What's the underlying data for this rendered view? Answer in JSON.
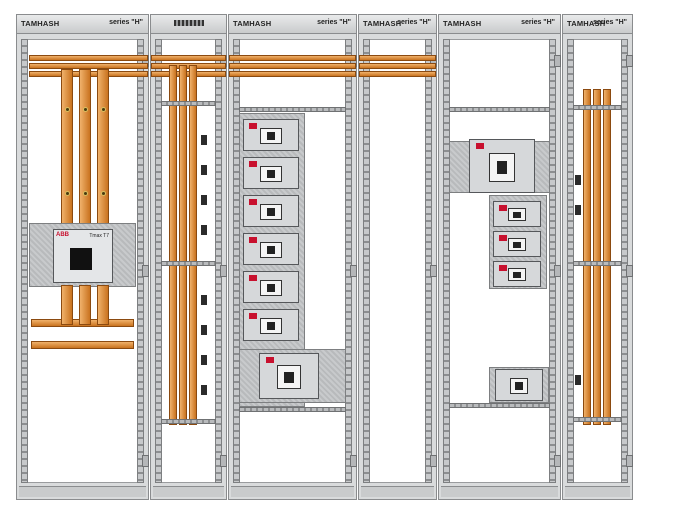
{
  "cabinets": [
    {
      "brand": "TAMHASH",
      "series": "series \"H\""
    },
    {
      "brand": "",
      "series": ""
    },
    {
      "brand": "TAMHASH",
      "series": "series \"H\""
    },
    {
      "brand": "TAMHASH",
      "series": "series \"H\""
    },
    {
      "brand": "TAMHASH",
      "series": "series \"H\""
    },
    {
      "brand": "TAMHASH",
      "series": "series \"H\""
    }
  ],
  "breaker_labels": {
    "brand": "ABB",
    "model": "Tmax T7"
  },
  "colors": {
    "copper": "#d98a35",
    "frame": "#d9dbdc",
    "breaker_accent": "#c8102e"
  }
}
